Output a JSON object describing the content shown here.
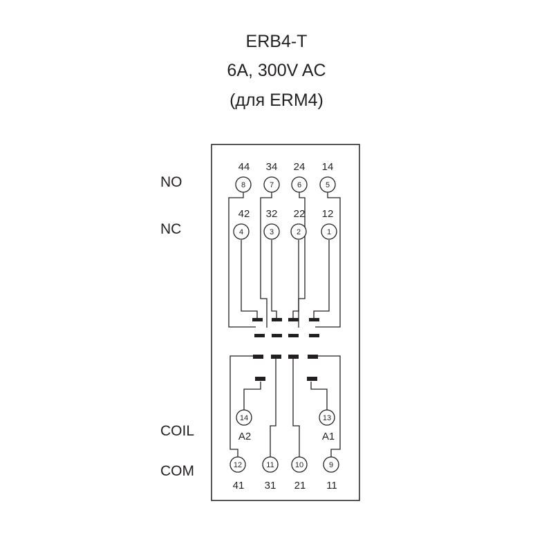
{
  "title": {
    "model": "ERB4-T",
    "rating": "6A, 300V AC",
    "note": "(для ERM4)"
  },
  "labels": {
    "no": "NO",
    "nc": "NC",
    "coil": "COIL",
    "com": "COM"
  },
  "terminals": {
    "no": [
      {
        "number": "44",
        "pin": "8"
      },
      {
        "number": "34",
        "pin": "7"
      },
      {
        "number": "24",
        "pin": "6"
      },
      {
        "number": "14",
        "pin": "5"
      }
    ],
    "nc": [
      {
        "number": "42",
        "pin": "4"
      },
      {
        "number": "32",
        "pin": "3"
      },
      {
        "number": "22",
        "pin": "2"
      },
      {
        "number": "12",
        "pin": "1"
      }
    ],
    "coil": [
      {
        "number": "A2",
        "pin": "14"
      },
      {
        "number": "A1",
        "pin": "13"
      }
    ],
    "com": [
      {
        "number": "41",
        "pin": "12"
      },
      {
        "number": "31",
        "pin": "11"
      },
      {
        "number": "21",
        "pin": "10"
      },
      {
        "number": "11",
        "pin": "9"
      }
    ]
  }
}
